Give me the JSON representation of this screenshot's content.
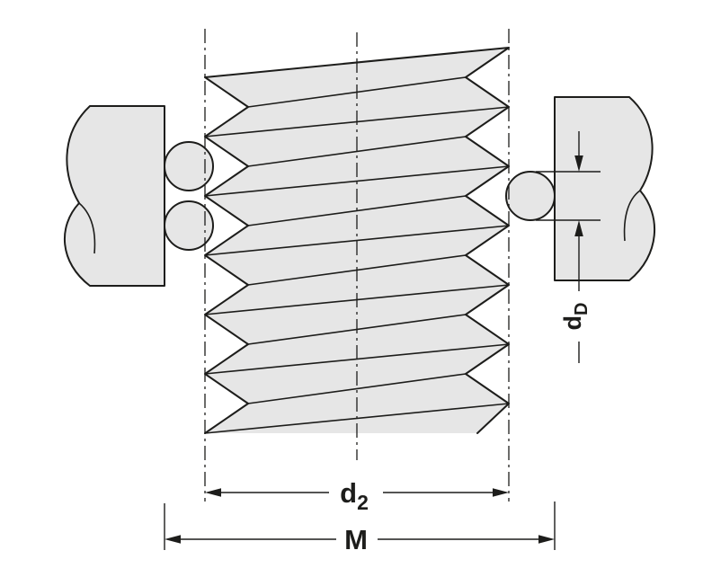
{
  "diagram": {
    "labels": {
      "pitch_diameter": {
        "base": "d",
        "sub": "2"
      },
      "over_wire_measure": {
        "text": "M"
      },
      "wire_diameter": {
        "base": "d",
        "sub": "D"
      }
    },
    "colors": {
      "background": "#ffffff",
      "part_fill": "#e6e6e6",
      "line": "#1d1d1b"
    }
  }
}
